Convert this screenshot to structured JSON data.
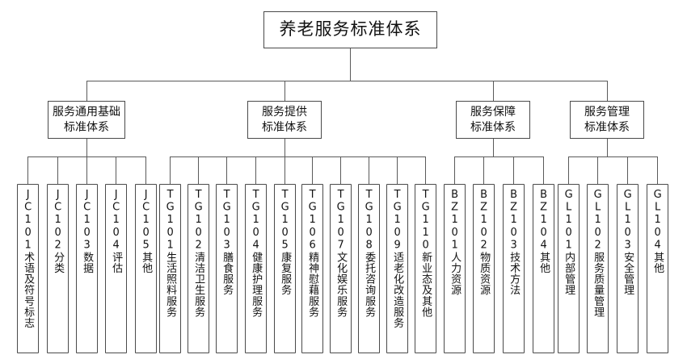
{
  "diagram": {
    "title": "养老服务标准体系",
    "type": "organizational-hierarchy",
    "background_color": "#ffffff",
    "line_color": "#5a5a5a",
    "border_color": "#4a4a4a",
    "text_color": "#111111"
  },
  "root": {
    "label": "养老服务标准体系"
  },
  "branches": [
    {
      "id": "JC",
      "label": "服务通用基础\n标准体系",
      "leaves": [
        {
          "code": "JC101",
          "name": "术语及符号标志",
          "text": "JC101术语及符号标志"
        },
        {
          "code": "JC102",
          "name": "分类",
          "text": "JC102分类"
        },
        {
          "code": "JC103",
          "name": "数据",
          "text": "JC103数据"
        },
        {
          "code": "JC104",
          "name": "评估",
          "text": "JC104评估"
        },
        {
          "code": "JC105",
          "name": "其他",
          "text": "JC105其他"
        }
      ]
    },
    {
      "id": "TG",
      "label": "服务提供\n标准体系",
      "leaves": [
        {
          "code": "TG101",
          "name": "生活照料服务",
          "text": "TG101生活照料服务"
        },
        {
          "code": "TG102",
          "name": "清洁卫生服务",
          "text": "TG102清洁卫生服务"
        },
        {
          "code": "TG103",
          "name": "膳食服务",
          "text": "TG103膳食服务"
        },
        {
          "code": "TG104",
          "name": "健康护理服务",
          "text": "TG104健康护理服务"
        },
        {
          "code": "TG105",
          "name": "康复服务",
          "text": "TG105康复服务"
        },
        {
          "code": "TG106",
          "name": "精神慰藉服务",
          "text": "TG106精神慰藉服务"
        },
        {
          "code": "TG107",
          "name": "文化娱乐服务",
          "text": "TG107文化娱乐服务"
        },
        {
          "code": "TG108",
          "name": "委托咨询服务",
          "text": "TG108委托咨询服务"
        },
        {
          "code": "TG109",
          "name": "适老化改造服务",
          "text": "TG109适老化改造服务"
        },
        {
          "code": "TG110",
          "name": "新业态及其他",
          "text": "TG110新业态及其他"
        }
      ]
    },
    {
      "id": "BZ",
      "label": "服务保障\n标准体系",
      "leaves": [
        {
          "code": "BZ101",
          "name": "人力资源",
          "text": "BZ101人力资源"
        },
        {
          "code": "BZ102",
          "name": "物质资源",
          "text": "BZ102物质资源"
        },
        {
          "code": "BZ103",
          "name": "技术方法",
          "text": "BZ103技术方法"
        },
        {
          "code": "BZ104",
          "name": "其他",
          "text": "BZ104其他"
        }
      ]
    },
    {
      "id": "GL",
      "label": "服务管理\n标准体系",
      "leaves": [
        {
          "code": "GL101",
          "name": "内部管理",
          "text": "GL101内部管理"
        },
        {
          "code": "GL102",
          "name": "服务质量管理",
          "text": "GL102服务质量管理"
        },
        {
          "code": "GL103",
          "name": "安全管理",
          "text": "GL103安全管理"
        },
        {
          "code": "GL104",
          "name": "其他",
          "text": "GL104其他"
        }
      ]
    }
  ]
}
